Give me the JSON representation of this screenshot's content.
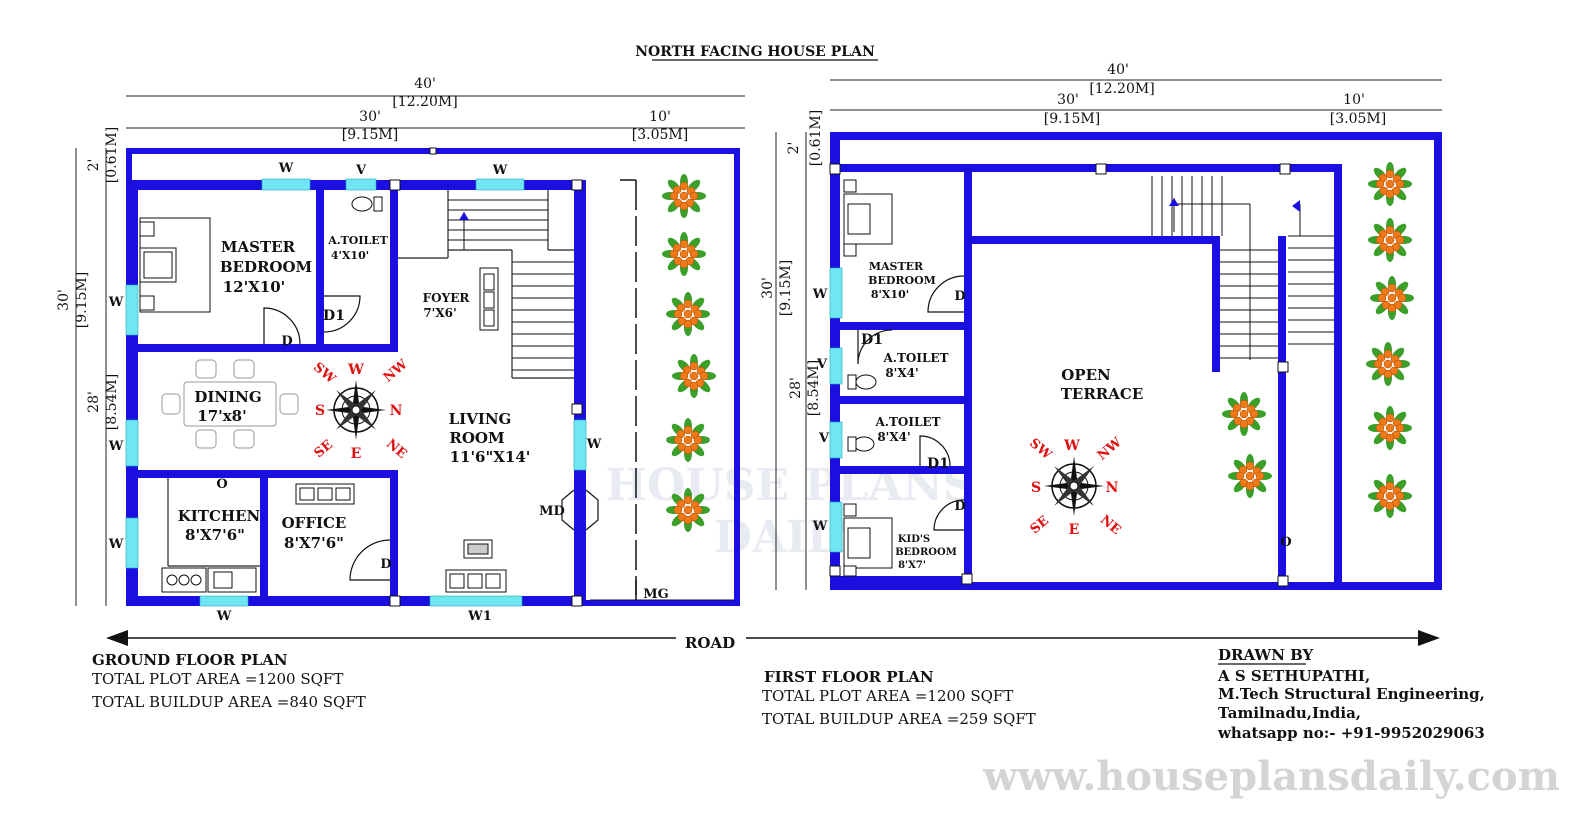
{
  "title": "NORTH FACING HOUSE PLAN",
  "ground_floor": {
    "heading": "GROUND FLOOR PLAN",
    "plot_area": "TOTAL PLOT AREA =1200 SQFT",
    "buildup_area": "TOTAL BUILDUP AREA =840 SQFT",
    "dims": {
      "total_width_ft": "40'",
      "total_width_m": "[12.20M]",
      "left_width_ft": "30'",
      "left_width_m": "[9.15M]",
      "right_width_ft": "10'",
      "right_width_m": "[3.05M]",
      "total_depth_ft": "30'",
      "total_depth_m": "[9.15M]",
      "top_margin_ft": "2'",
      "top_margin_m": "[0.61M]",
      "inner_depth_ft": "28'",
      "inner_depth_m": "[8.54M]"
    },
    "rooms": {
      "master_bedroom": "MASTER",
      "master_bedroom_2": "BEDROOM",
      "master_bedroom_size": "12'X10'",
      "toilet": "A.TOILET",
      "toilet_size": "4'X10'",
      "foyer": "FOYER",
      "foyer_size": "7'X6'",
      "dining": "DINING",
      "dining_size": "17'x8'",
      "living": "LIVING",
      "living_2": "ROOM",
      "living_size": "11'6\"X14'",
      "kitchen": "KITCHEN",
      "kitchen_size": "8'X7'6\"",
      "office": "OFFICE",
      "office_size": "8'X7'6\""
    },
    "labels": {
      "w": "W",
      "v": "V",
      "d": "D",
      "d1": "D1",
      "o": "O",
      "md": "MD",
      "mg": "MG",
      "w1": "W1"
    }
  },
  "first_floor": {
    "heading": "FIRST FLOOR PLAN",
    "plot_area": "TOTAL PLOT AREA =1200 SQFT",
    "buildup_area": "TOTAL BUILDUP AREA =259 SQFT",
    "dims": {
      "total_width_ft": "40'",
      "total_width_m": "[12.20M]",
      "left_width_ft": "30'",
      "left_width_m": "[9.15M]",
      "right_width_ft": "10'",
      "right_width_m": "[3.05M]",
      "total_depth_ft": "30'",
      "total_depth_m": "[9.15M]",
      "top_margin_ft": "2'",
      "top_margin_m": "[0.61M]",
      "inner_depth_ft": "28'",
      "inner_depth_m": "[8.54M]"
    },
    "rooms": {
      "master": "MASTER",
      "bedroom": "BEDROOM",
      "master_size": "8'X10'",
      "toilet1": "A.TOILET",
      "toilet1_size": "8'X4'",
      "toilet2": "A.TOILET",
      "toilet2_size": "8'X4'",
      "kids": "KID'S",
      "kids_bedroom": "BEDROOM",
      "kids_size": "8'X7'",
      "terrace": "OPEN",
      "terrace_2": "TERRACE"
    }
  },
  "compass": {
    "n": "N",
    "s": "S",
    "e": "E",
    "w": "W",
    "nw": "NW",
    "ne": "NE",
    "sw": "SW",
    "se": "SE"
  },
  "road": "ROAD",
  "drawn_by": {
    "heading": "DRAWN BY",
    "name": "A S SETHUPATHI,",
    "qual": "M.Tech Structural Engineering,",
    "place": "Tamilnadu,India,",
    "phone": "whatsapp no:- +91-9952029063"
  },
  "website": "www.houseplansdaily.com",
  "watermark": {
    "line1": "HOUSE PLANS",
    "line2": "DAILY"
  },
  "colors": {
    "wall": "#1a0fe0",
    "window": "#6fe6f2",
    "compass_text": "#d11111",
    "plant_leaf": "#3aa02a",
    "plant_flower": "#f07a1a"
  }
}
